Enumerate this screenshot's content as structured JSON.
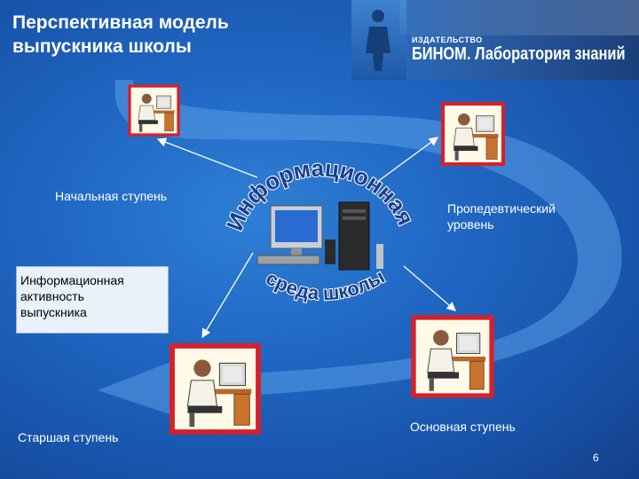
{
  "title": {
    "line1": "Перспективная модель",
    "line2": "выпускника школы"
  },
  "publisher": {
    "small": "ИЗДАТЕЛЬСТВО",
    "big": "БИНОМ. Лаборатория знаний"
  },
  "labels": {
    "primary": "Начальная ступень",
    "propaedeutic_line1": "Пропедевтический",
    "propaedeutic_line2": "уровень",
    "main": "Основная ступень",
    "senior": "Старшая ступень"
  },
  "infobox": {
    "line1": "Информационная",
    "line2": "активность",
    "line3": "выпускника"
  },
  "center_arc": {
    "top": "Информационная",
    "bottom": "среда школы"
  },
  "page_number": "6"
}
